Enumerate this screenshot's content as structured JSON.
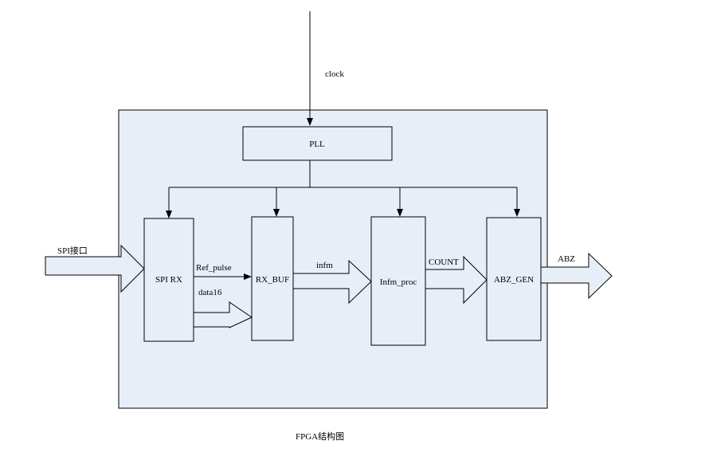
{
  "inputs": {
    "clock": "clock",
    "spi": "SPI接口"
  },
  "blocks": {
    "pll": "PLL",
    "spi_rx": "SPI RX",
    "rx_buf": "RX_BUF",
    "infm_proc": "Infm_proc",
    "abz_gen": "ABZ_GEN"
  },
  "signals": {
    "ref_pulse": "Ref_pulse",
    "data16": "data16",
    "infm": "infm",
    "count": "COUNT",
    "abz": "ABZ"
  },
  "caption": "FPGA结构图",
  "colors": {
    "fill": "#e8eef8",
    "stroke": "#000000"
  }
}
